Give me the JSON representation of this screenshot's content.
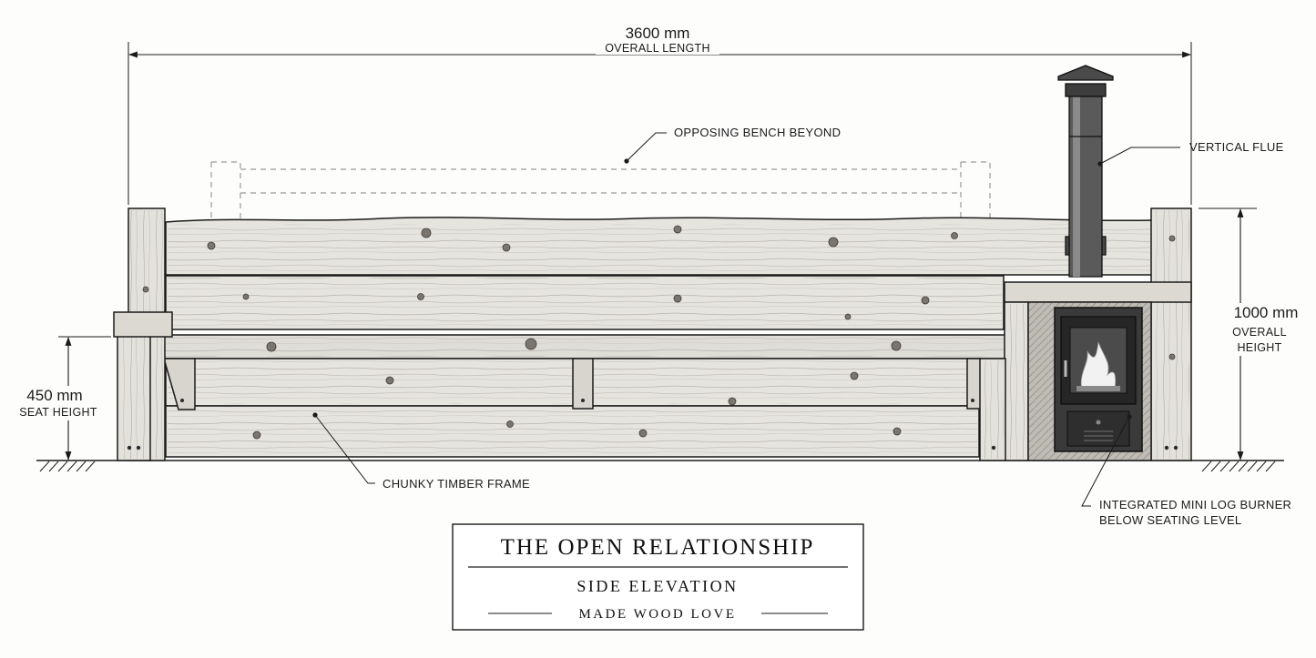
{
  "dimensions": {
    "overall_length": {
      "value": "3600 mm",
      "label": "OVERALL LENGTH"
    },
    "overall_height": {
      "value": "1000 mm",
      "label_line1": "OVERALL",
      "label_line2": "HEIGHT"
    },
    "seat_height": {
      "value": "450 mm",
      "label": "SEAT HEIGHT"
    }
  },
  "callouts": {
    "opposing_bench": "OPPOSING BENCH BEYOND",
    "vertical_flue": "VERTICAL FLUE",
    "timber_frame": "CHUNKY TIMBER FRAME",
    "log_burner_line1": "INTEGRATED MINI LOG BURNER",
    "log_burner_line2": "BELOW SEATING LEVEL"
  },
  "title_block": {
    "title": "THE OPEN RELATIONSHIP",
    "subtitle": "SIDE ELEVATION",
    "maker": "MADE WOOD LOVE"
  },
  "colors": {
    "line": "#1a1a1a",
    "timber_fill": "#e6e4df",
    "timber_dark": "#cfccc5",
    "burner_body": "#3a3a3a",
    "flame": "#f2f2f2"
  }
}
